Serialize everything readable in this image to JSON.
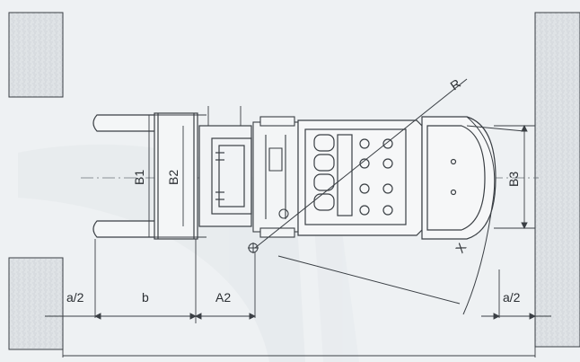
{
  "diagram": {
    "labels": {
      "a_half_left": "a/2",
      "b": "b",
      "a2": "A2",
      "a_half_right": "a/2",
      "b1": "B1",
      "b2": "B2",
      "b3": "B3",
      "r": "R",
      "x": "X"
    },
    "colors": {
      "background": "#eef1f3",
      "wall_fill": "#dfe3e6",
      "wall_hatch": "#c9ced3",
      "line": "#3a3f44",
      "thin_line": "#6b7278",
      "faint_band": "#d9dde1"
    }
  }
}
